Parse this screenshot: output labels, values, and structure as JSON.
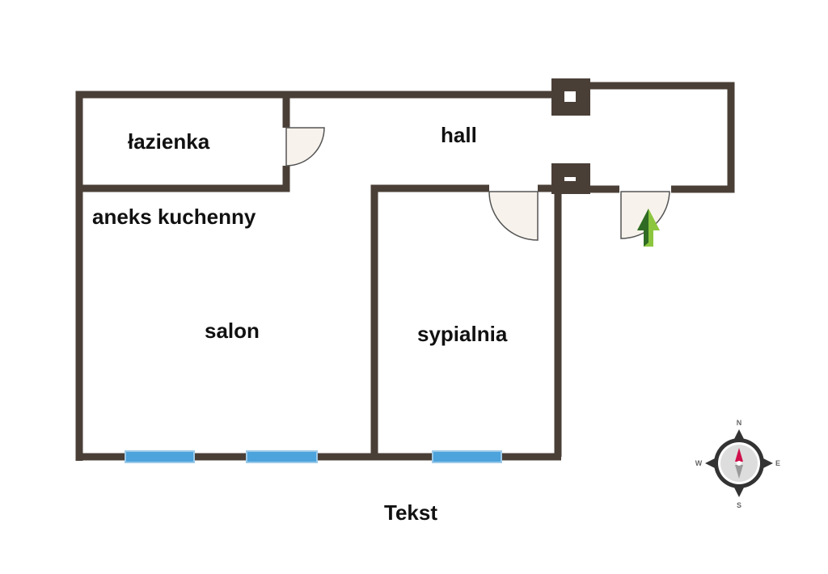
{
  "rooms": {
    "bathroom": "łazienka",
    "hall": "hall",
    "kitchenette": "aneks kuchenny",
    "living_room": "salon",
    "bedroom": "sypialnia"
  },
  "caption": "Tekst",
  "compass": {
    "n": "N",
    "e": "E",
    "s": "S",
    "w": "W"
  },
  "colors": {
    "wall": "#4a3f37",
    "window": "#4da3dc",
    "door_fill": "#f7f3ec",
    "arrow": "#3f8a2c",
    "needle_north": "#d0104c"
  }
}
